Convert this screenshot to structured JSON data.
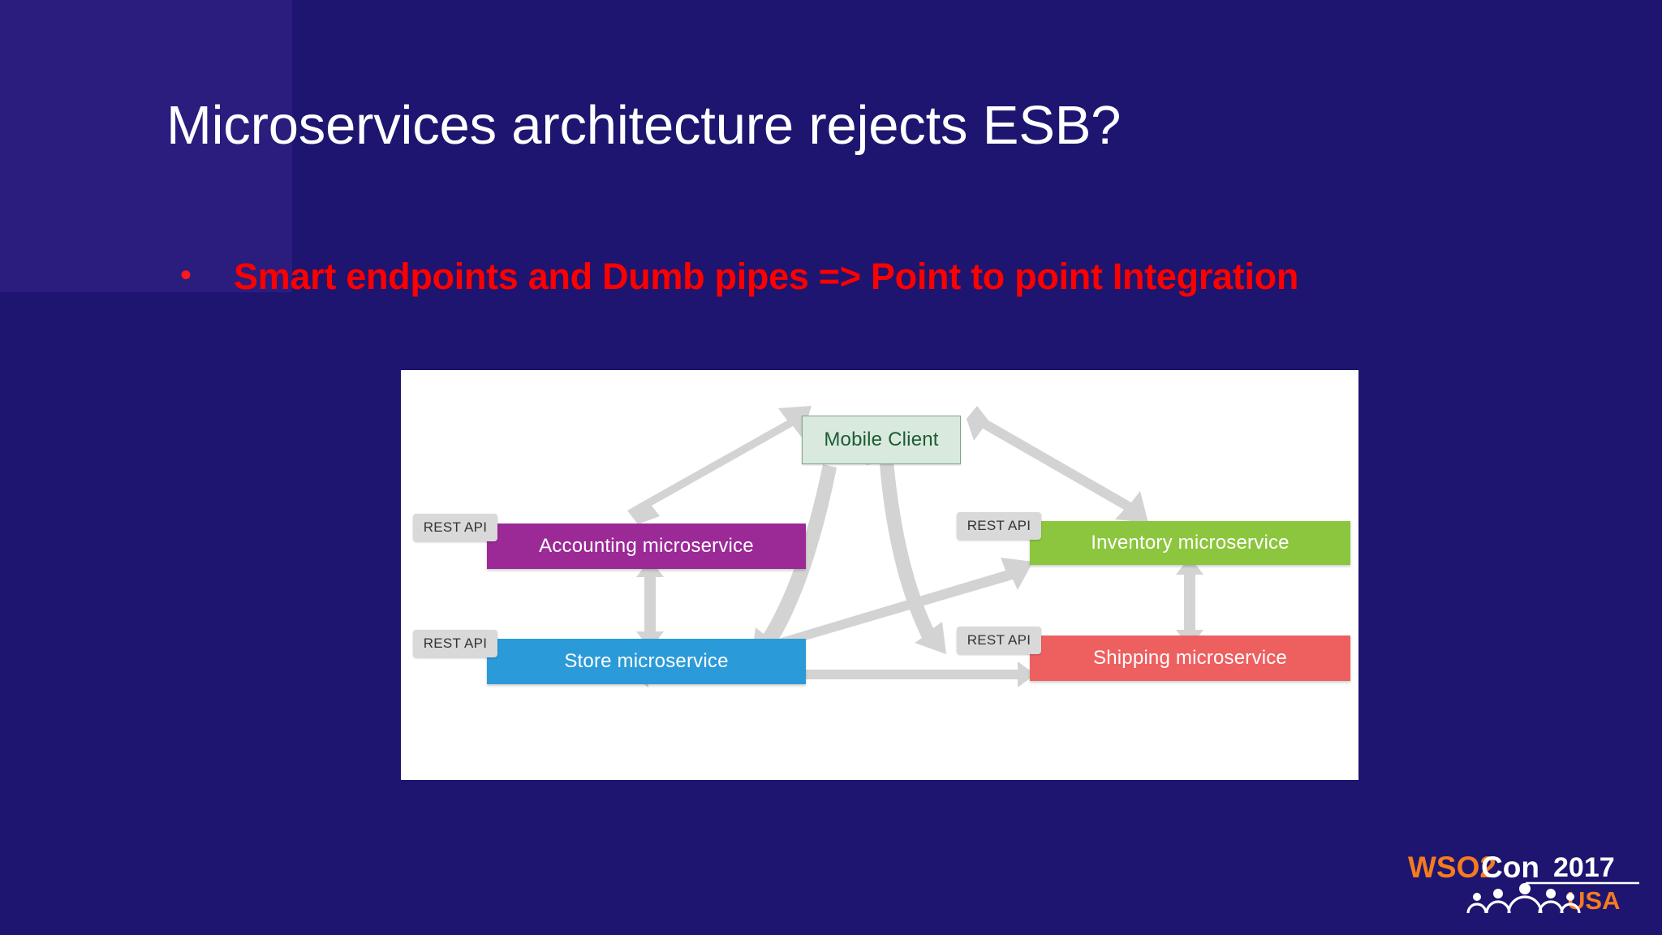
{
  "slide": {
    "background_color": "#1d1570",
    "title": "Microservices architecture rejects ESB?",
    "title_color": "#ffffff"
  },
  "bullet": {
    "marker": "•",
    "text": "Smart endpoints and Dumb pipes => Point to point Integration",
    "color": "#ff0000"
  },
  "corner_decoration": {
    "teal_color": "#13b5a6",
    "navy_color": "#2a1d7e",
    "dot_color": "#2c2a7a",
    "icon_name": "halftone-arc-chevron"
  },
  "diagram": {
    "panel_background": "#ffffff",
    "arrow_color": "#d2d2d2",
    "nodes": [
      {
        "id": "mobile",
        "label": "Mobile Client",
        "fill": "#d9e9dd",
        "text_color": "#1d5c33",
        "border": "#7fa889"
      },
      {
        "id": "accounting",
        "label": "Accounting microservice",
        "fill": "#9b2a97",
        "text_color": "#ffffff"
      },
      {
        "id": "inventory",
        "label": "Inventory microservice",
        "fill": "#8cc63e",
        "text_color": "#ffffff"
      },
      {
        "id": "store",
        "label": "Store microservice",
        "fill": "#2b9ad9",
        "text_color": "#ffffff"
      },
      {
        "id": "shipping",
        "label": "Shipping microservice",
        "fill": "#ee5f60",
        "text_color": "#ffffff"
      }
    ],
    "badges": [
      {
        "id": "accounting-rest-api",
        "label": "REST API"
      },
      {
        "id": "inventory-rest-api",
        "label": "REST API"
      },
      {
        "id": "store-rest-api",
        "label": "REST API"
      },
      {
        "id": "shipping-rest-api",
        "label": "REST API"
      }
    ],
    "connections": [
      {
        "from": "accounting",
        "to": "mobile",
        "style": "double-headed-diagonal"
      },
      {
        "from": "mobile",
        "to": "inventory",
        "style": "double-headed-diagonal"
      },
      {
        "from": "accounting",
        "to": "store",
        "style": "double-headed-vertical"
      },
      {
        "from": "inventory",
        "to": "shipping",
        "style": "double-headed-vertical"
      },
      {
        "from": "store",
        "to": "shipping",
        "style": "double-headed-horizontal"
      },
      {
        "from": "store",
        "to": "mobile",
        "style": "curved-up"
      },
      {
        "from": "mobile",
        "to": "shipping",
        "style": "curved-down"
      },
      {
        "from": "store",
        "to": "inventory",
        "style": "double-headed-diagonal"
      }
    ]
  },
  "logo": {
    "wso2_text": "WSO2",
    "con_text": "Con",
    "year_text": "2017",
    "region_text": "USA",
    "orange_color": "#f47b20",
    "white_color": "#ffffff",
    "icon_name": "wso2con-people-icon"
  }
}
